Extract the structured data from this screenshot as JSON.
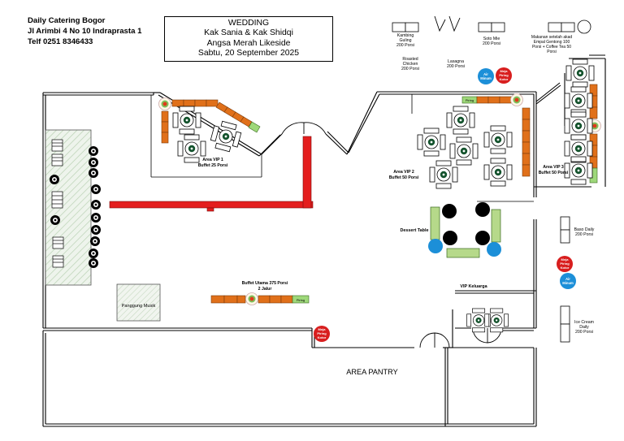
{
  "company": {
    "name": "Daily Catering Bogor",
    "address": "Jl Arimbi 4 No 10 Indraprasta 1",
    "phone": "Telf 0251 8346433"
  },
  "event": {
    "type": "WEDDING",
    "couple": "Kak Sania & Kak Shidqi",
    "venue": "Angsa Merah Likeside",
    "date": "Sabtu, 20 September 2025"
  },
  "stalls": {
    "kambing": [
      "Kambing",
      "Guling",
      "200 Porsi"
    ],
    "roasted": [
      "Roasted",
      "Chicken",
      "200 Porsi"
    ],
    "lasagna": [
      "Lasagna",
      "200 Porsi"
    ],
    "soto": [
      "Soto Mie",
      "200 Porsi"
    ],
    "makanan": [
      "Makanan setelah akad",
      "Empal Gentong 100",
      "Porsi + Coffee Tea 50",
      "Porsi"
    ],
    "baso": [
      "Baso Daily",
      "200 Porsi"
    ],
    "icecream": [
      "Ice Cream",
      "Daily",
      "200 Porsi"
    ]
  },
  "areas": {
    "vip1": [
      "Area VIP 1",
      "Buffet 25 Porsi"
    ],
    "vip2": [
      "Area VIP 2",
      "Buffet 50 Porsi"
    ],
    "vip3": [
      "Area VIP 3",
      "Buffet 50 Porsi"
    ],
    "dessert": "Dessert Table",
    "buffet_utama": [
      "Buffet Utama 375 Porsi",
      "2 Jalur"
    ],
    "vip_keluarga": "VIP Keluarga",
    "panggung": "Panggung Musik",
    "pantry": "AREA PANTRY"
  },
  "labels": {
    "air_minum": [
      "Air",
      "Minum"
    ],
    "meja_piring": [
      "Meja",
      "Piring",
      "Kotor"
    ],
    "piring": "Piring"
  },
  "colors": {
    "buffet_table": "#e0701a",
    "plate_table": "#9ed87a",
    "wall_red": "#e41e1e",
    "water_blue": "#1c8fd8",
    "dirty_red": "#d81e1e",
    "dessert_green": "#b6d98a",
    "stage_hatch": "#c9dcc4"
  }
}
